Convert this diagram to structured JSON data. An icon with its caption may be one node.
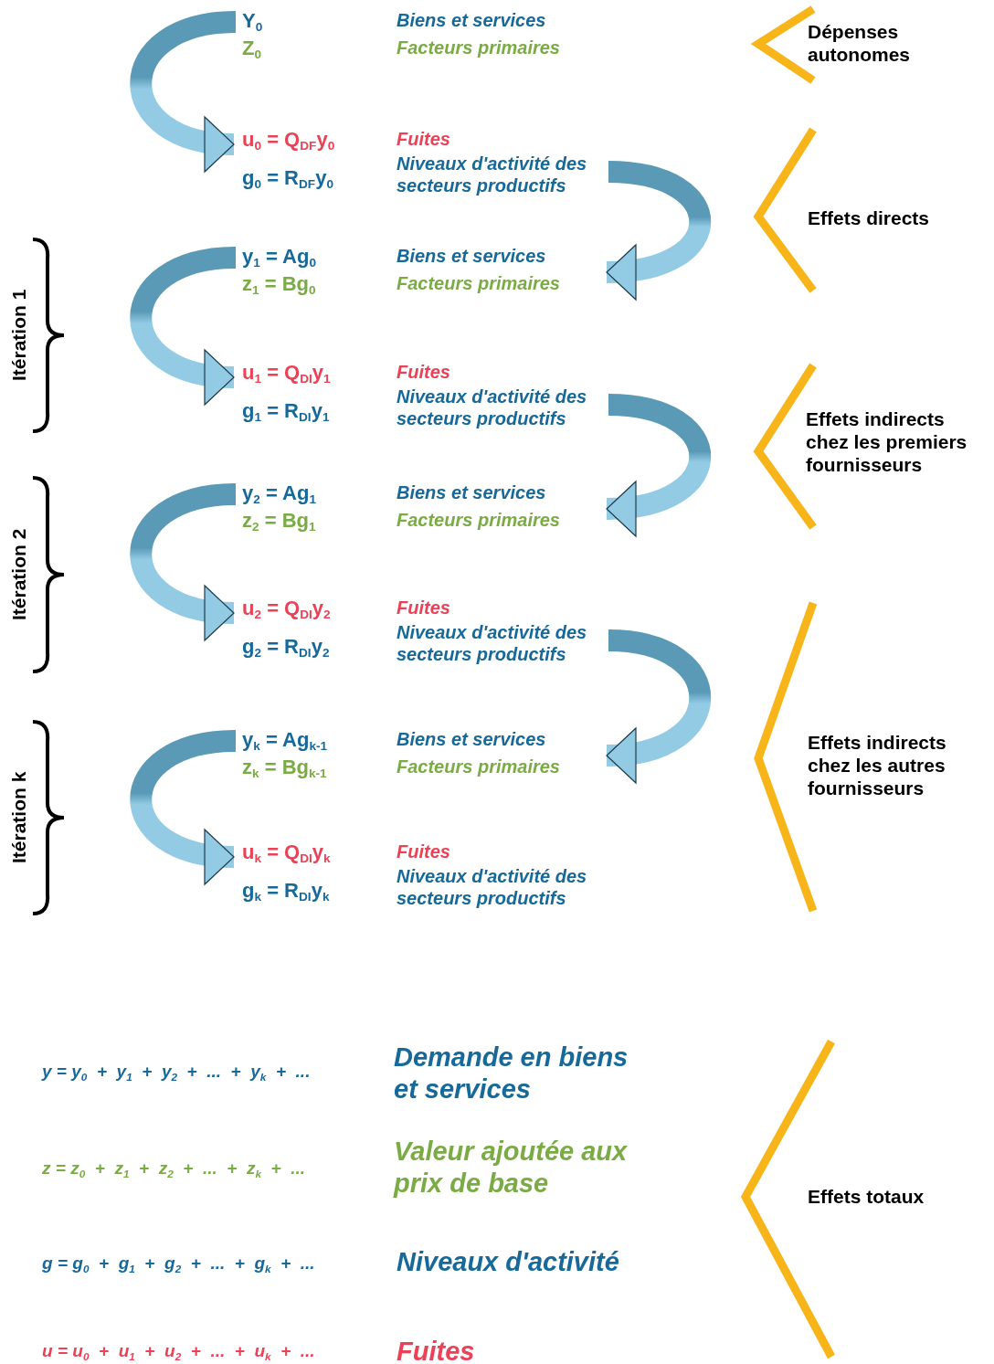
{
  "diagram": {
    "nodes": [
      {
        "text": [
          "Y$_{0}$",
          "Z$_{0}$",
          "Biens et services",
          "Facteurs primaires"
        ]
      },
      {
        "text": [
          "u$_{0}$ = Q$_{DF}$y$_{0}$",
          "g$_{0}$ = R$_{DF}$y$_{0}$",
          "Fuites",
          "Niveaux d'activité des secteurs productifs"
        ]
      },
      {
        "text": [
          "y$_{1}$ = Ag$_{0}$",
          "z$_{1}$ = Bg$_{0}$",
          "Biens et services",
          "Facteurs primaires"
        ]
      },
      {
        "text": [
          "u$_{1}$ = Q$_{DI}$y$_{1}$",
          "g$_{1}$ = R$_{DI}$y$_{1}$",
          "Fuites",
          "Niveaux d'activité des secteurs productifs"
        ]
      },
      {
        "text": [
          "y$_{2}$ = Ag$_{1}$",
          "z$_{2}$ = Bg$_{1}$",
          "Biens et services",
          "Facteurs primaires"
        ]
      },
      {
        "text": [
          "u$_{2}$ = Q$_{DI}$y$_{2}$",
          "g$_{2}$ = R$_{DI}$y$_{2}$",
          "Fuites",
          "Niveaux d'activité des secteurs productifs"
        ]
      },
      {
        "text": [
          "y$_{k}$ = Ag$_{k-1}$",
          "z$_{k}$ = Bg$_{k-1}$",
          "Biens et services",
          "Facteurs primaires"
        ]
      },
      {
        "text": [
          "u$_{k}$ = Q$_{DI}$y$_{k}$",
          "g$_{k}$ = R$_{DI}$y$_{k}$",
          "Fuites",
          "Niveaux d'activité des secteurs productifs"
        ]
      }
    ],
    "edges": [
      {
        "from": 0,
        "to": 1,
        "arrow": "to"
      },
      {
        "from": 1,
        "to": 2,
        "arrow": "to"
      },
      {
        "from": 2,
        "to": 3,
        "arrow": "to"
      },
      {
        "from": 3,
        "to": 4,
        "arrow": "to"
      },
      {
        "from": 4,
        "to": 5,
        "arrow": "to"
      },
      {
        "from": 5,
        "to": 6,
        "arrow": "to"
      },
      {
        "from": 6,
        "to": 7,
        "arrow": "to"
      }
    ],
    "labels": [
      "Dépenses autonomes",
      "Effets directs",
      "Itération 1",
      "Effets indirects chez les premiers fournisseurs",
      "Itération 2",
      "Effets indirects chez les autres fournisseurs",
      "Itération k",
      "y = y$_{0}$  +  y$_{1}$  +  y$_{2}$  +  ...  +  y$_{k}$  +  ...",
      "Demande en biens et services",
      "z = z$_{0}$  +  z$_{1}$  +  z$_{2}$  +  ...  +  z$_{k}$  +  ...",
      "Valeur ajoutée aux prix de base",
      "Effets totaux",
      "g = g$_{0}$  +  g$_{1}$  +  g$_{2}$  +  ...  +  g$_{k}$  +  ...",
      "Niveaux d'activité",
      "u = u$_{0}$  +  u$_{1}$  +  u$_{2}$  +  ...  +  u$_{k}$  +  ...",
      "Fuites"
    ]
  }
}
